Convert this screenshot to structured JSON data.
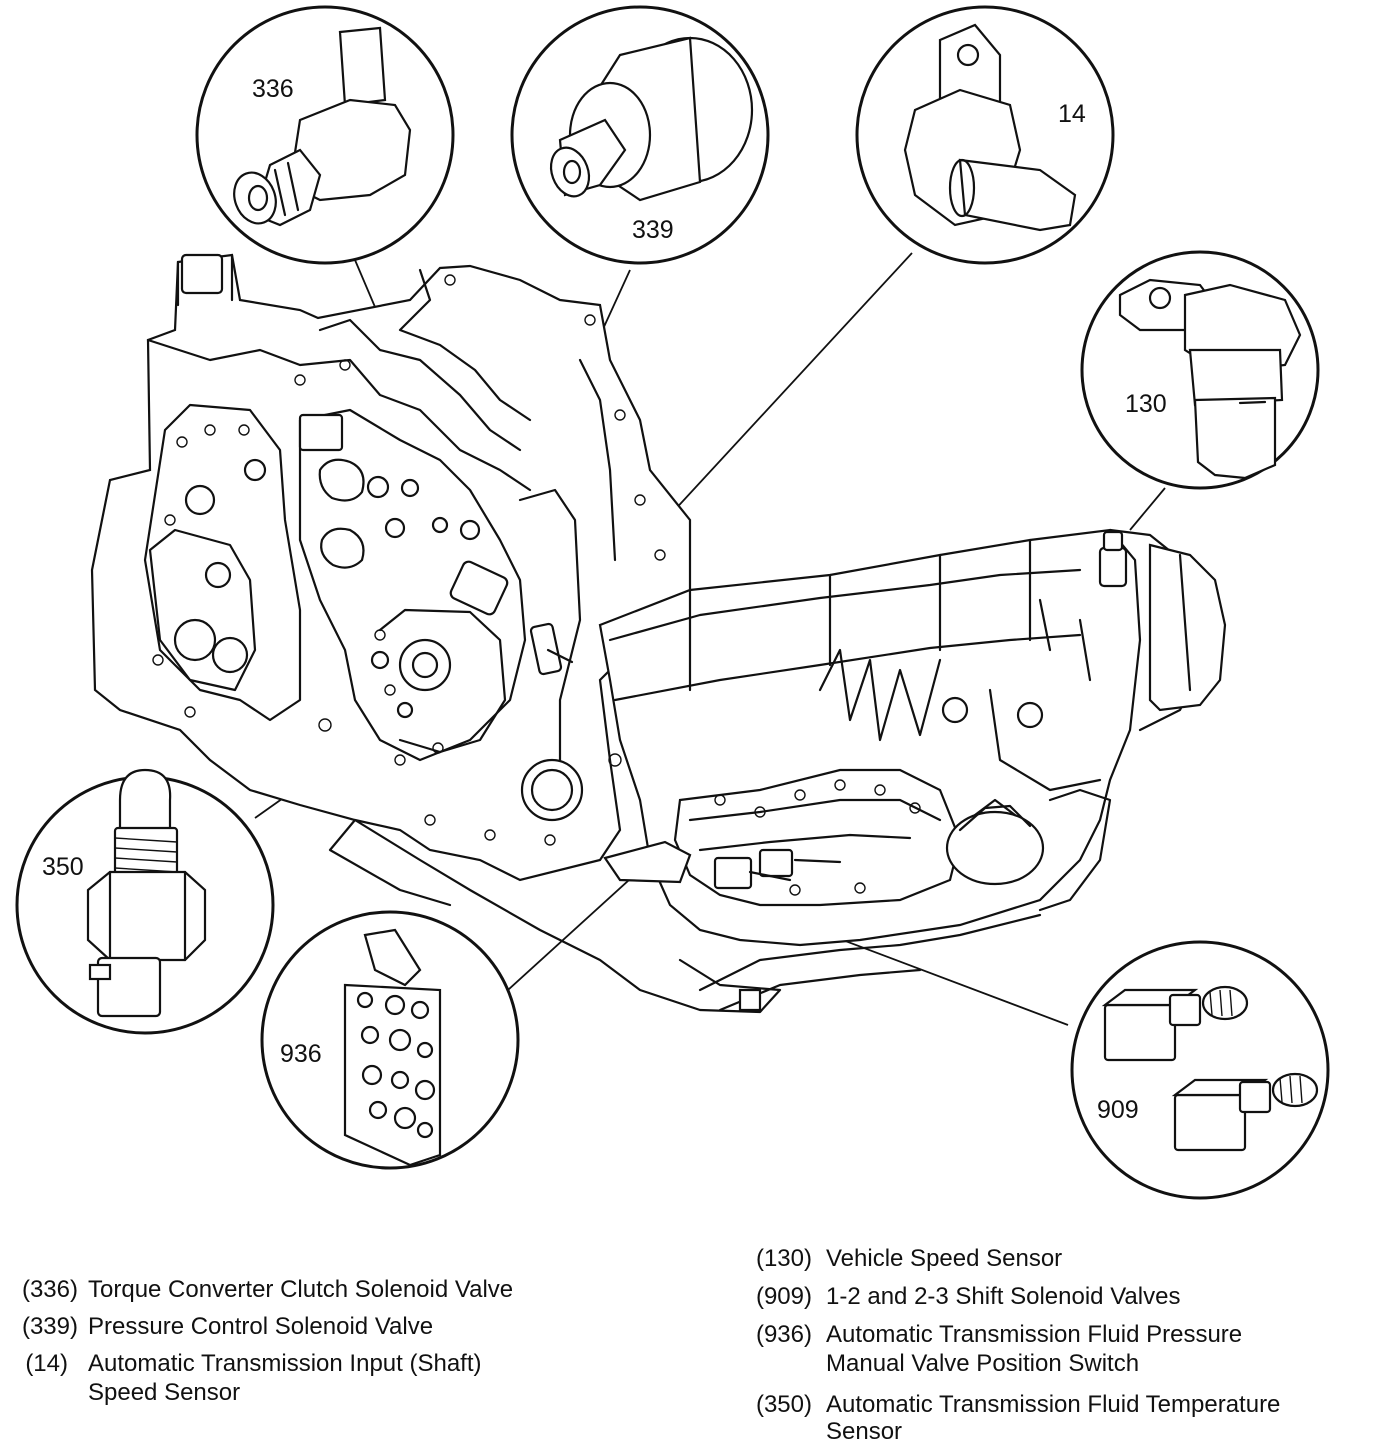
{
  "callouts": [
    {
      "id": "336"
    },
    {
      "id": "339"
    },
    {
      "id": "14"
    },
    {
      "id": "130"
    },
    {
      "id": "350"
    },
    {
      "id": "936"
    },
    {
      "id": "909"
    }
  ],
  "legend": {
    "left": [
      {
        "code": "(336)",
        "lines": [
          "Torque Converter Clutch Solenoid Valve"
        ]
      },
      {
        "code": "(339)",
        "lines": [
          "Pressure Control Solenoid Valve"
        ]
      },
      {
        "code": "(14)",
        "lines": [
          "Automatic Transmission Input (Shaft)",
          "Speed Sensor"
        ]
      }
    ],
    "right": [
      {
        "code": "(130)",
        "lines": [
          "Vehicle Speed Sensor"
        ]
      },
      {
        "code": "(909)",
        "lines": [
          "1-2 and 2-3 Shift Solenoid Valves"
        ]
      },
      {
        "code": "(936)",
        "lines": [
          "Automatic Transmission Fluid Pressure",
          "Manual Valve Position Switch"
        ]
      },
      {
        "code": "(350)",
        "lines": [
          "Automatic Transmission Fluid Temperature",
          "Sensor"
        ]
      }
    ]
  }
}
